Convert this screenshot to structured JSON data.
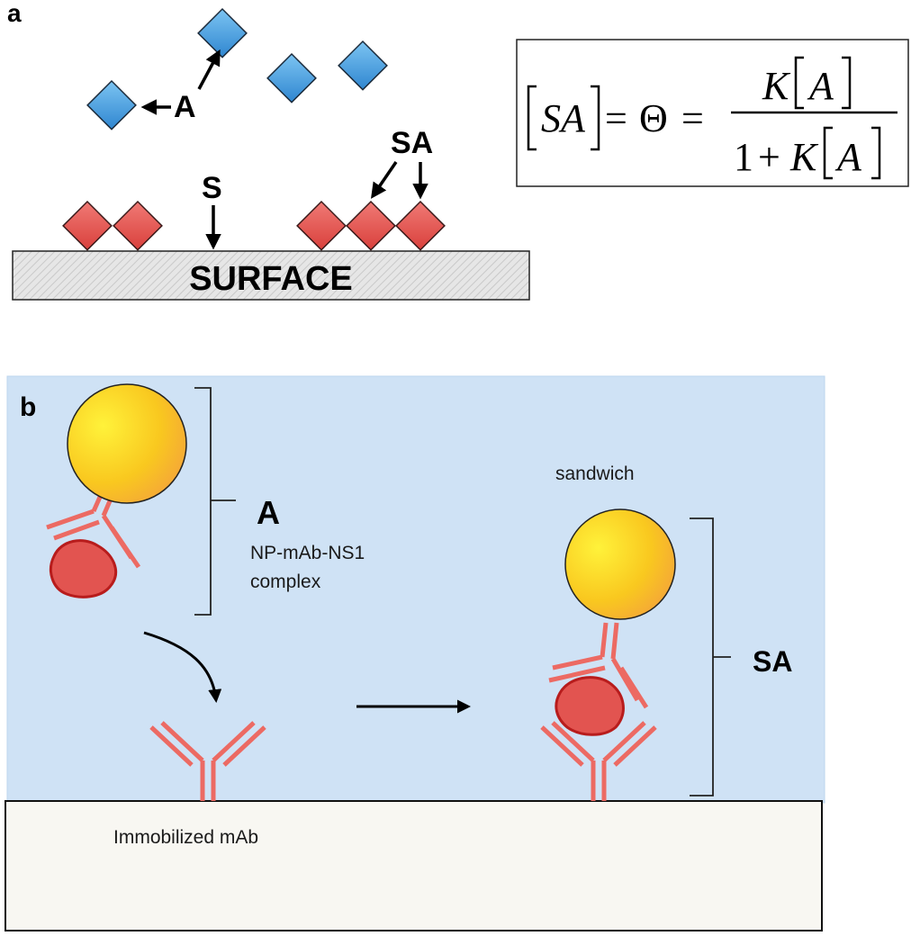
{
  "panel_a": {
    "panel_label": "a",
    "analyte_label": "A",
    "site_label": "S",
    "complex_label": "SA",
    "surface_label": "SURFACE",
    "equation": {
      "lhs": "SA",
      "equals": "=",
      "theta": "Θ",
      "numerator_k": "K",
      "numerator_a": "A",
      "denominator_one": "1",
      "plus": "+",
      "denominator_k": "K",
      "denominator_a": "A"
    }
  },
  "panel_b": {
    "panel_label": "b",
    "analyte_label": "A",
    "complex_desc_line1": "NP-mAb-NS1",
    "complex_desc_line2": "complex",
    "sandwich_label": "sandwich",
    "complex_label": "SA",
    "substrate_label": "Immobilized mAb"
  },
  "colors": {
    "analyte_blue": "#4a9fe0",
    "site_red": "#e8524f",
    "antibody_pink": "#ec6a63",
    "antigen_red": "#e25450",
    "nanoparticle_yellow": "#f7c21c",
    "panel_b_background": "#cfe2f5",
    "substrate": "#f8f7f2"
  },
  "icons": [
    "arrow-icon",
    "diamond-icon",
    "antibody-icon",
    "nanoparticle-icon",
    "antigen-icon"
  ]
}
